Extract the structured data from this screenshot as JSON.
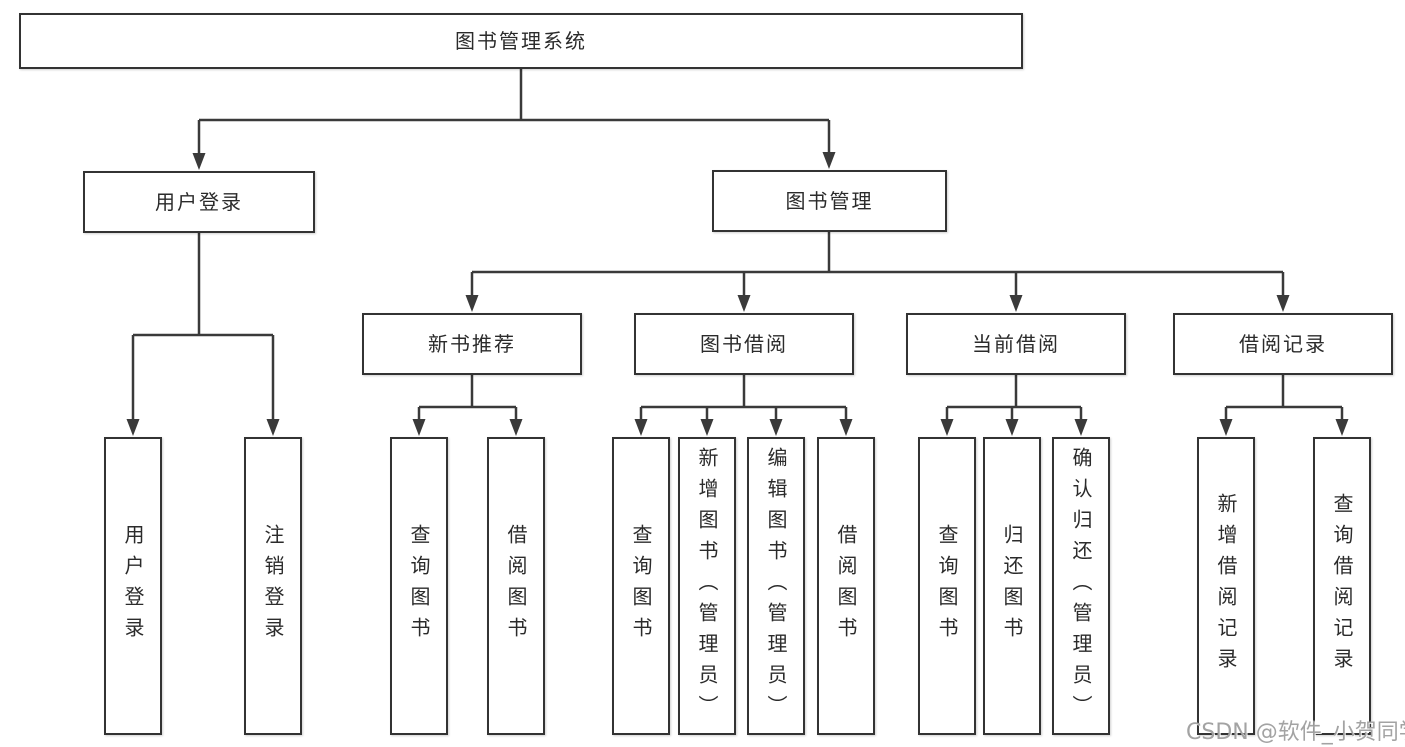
{
  "meta": {
    "line_color": "#3a3a3a",
    "border_color": "#333333",
    "text_color": "#2b2b2b",
    "watermark_color": "#9e9e9e",
    "background": "#ffffff"
  },
  "watermark": "CSDN @软件_小贺同学",
  "tree": {
    "root": "图书管理系统",
    "branches": [
      {
        "label": "用户登录",
        "children": [
          "用户登录",
          "注销登录"
        ]
      },
      {
        "label": "图书管理",
        "groups": [
          {
            "label": "新书推荐",
            "children": [
              "查询图书",
              "借阅图书"
            ]
          },
          {
            "label": "图书借阅",
            "children": [
              "查询图书",
              "新增图书（管理员）",
              "编辑图书（管理员）",
              "借阅图书"
            ]
          },
          {
            "label": "当前借阅",
            "children": [
              "查询图书",
              "归还图书",
              "确认归还（管理员）"
            ]
          },
          {
            "label": "借阅记录",
            "children": [
              "新增借阅记录",
              "查询借阅记录"
            ]
          }
        ]
      }
    ]
  }
}
